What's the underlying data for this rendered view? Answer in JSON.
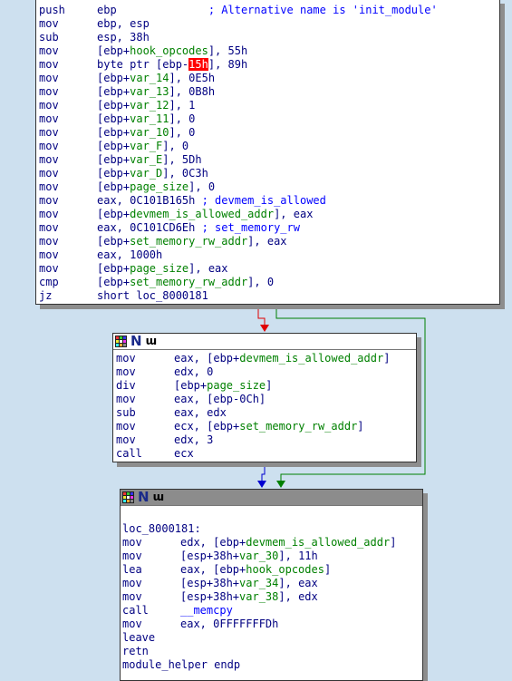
{
  "colors": {
    "background": "#cde0ef",
    "instruction": "#000081",
    "name": "#008000",
    "comment": "#0000ff",
    "highlight": "#ff0000",
    "edge_false": "#e00000",
    "edge_true": "#008000",
    "edge_uncond": "#0000d0"
  },
  "top_block": {
    "lines": [
      {
        "m": "push",
        "p": [
          {
            "t": "ebp              "
          },
          {
            "t": "; Alternative name is 'init_module'",
            "c": "cm"
          }
        ]
      },
      {
        "m": "mov",
        "p": [
          {
            "t": "ebp, esp"
          }
        ]
      },
      {
        "m": "sub",
        "p": [
          {
            "t": "esp, 38h"
          }
        ]
      },
      {
        "m": "mov",
        "p": [
          {
            "t": "[ebp+"
          },
          {
            "t": "hook_opcodes",
            "c": "nm"
          },
          {
            "t": "], 55h"
          }
        ]
      },
      {
        "m": "mov",
        "p": [
          {
            "t": "byte ptr [ebp-"
          },
          {
            "t": "15h",
            "c": "hl"
          },
          {
            "t": "], 89h"
          }
        ]
      },
      {
        "m": "mov",
        "p": [
          {
            "t": "[ebp+"
          },
          {
            "t": "var_14",
            "c": "nm"
          },
          {
            "t": "], 0E5h"
          }
        ]
      },
      {
        "m": "mov",
        "p": [
          {
            "t": "[ebp+"
          },
          {
            "t": "var_13",
            "c": "nm"
          },
          {
            "t": "], 0B8h"
          }
        ]
      },
      {
        "m": "mov",
        "p": [
          {
            "t": "[ebp+"
          },
          {
            "t": "var_12",
            "c": "nm"
          },
          {
            "t": "], 1"
          }
        ]
      },
      {
        "m": "mov",
        "p": [
          {
            "t": "[ebp+"
          },
          {
            "t": "var_11",
            "c": "nm"
          },
          {
            "t": "], 0"
          }
        ]
      },
      {
        "m": "mov",
        "p": [
          {
            "t": "[ebp+"
          },
          {
            "t": "var_10",
            "c": "nm"
          },
          {
            "t": "], 0"
          }
        ]
      },
      {
        "m": "mov",
        "p": [
          {
            "t": "[ebp+"
          },
          {
            "t": "var_F",
            "c": "nm"
          },
          {
            "t": "], 0"
          }
        ]
      },
      {
        "m": "mov",
        "p": [
          {
            "t": "[ebp+"
          },
          {
            "t": "var_E",
            "c": "nm"
          },
          {
            "t": "], 5Dh"
          }
        ]
      },
      {
        "m": "mov",
        "p": [
          {
            "t": "[ebp+"
          },
          {
            "t": "var_D",
            "c": "nm"
          },
          {
            "t": "], 0C3h"
          }
        ]
      },
      {
        "m": "mov",
        "p": [
          {
            "t": "[ebp+"
          },
          {
            "t": "page_size",
            "c": "nm"
          },
          {
            "t": "], 0"
          }
        ]
      },
      {
        "m": "mov",
        "p": [
          {
            "t": "eax, 0C101B165h "
          },
          {
            "t": "; devmem_is_allowed",
            "c": "cm"
          }
        ]
      },
      {
        "m": "mov",
        "p": [
          {
            "t": "[ebp+"
          },
          {
            "t": "devmem_is_allowed_addr",
            "c": "nm"
          },
          {
            "t": "], eax"
          }
        ]
      },
      {
        "m": "mov",
        "p": [
          {
            "t": "eax, 0C101CD6Eh "
          },
          {
            "t": "; set_memory_rw",
            "c": "cm"
          }
        ]
      },
      {
        "m": "mov",
        "p": [
          {
            "t": "[ebp+"
          },
          {
            "t": "set_memory_rw_addr",
            "c": "nm"
          },
          {
            "t": "], eax"
          }
        ]
      },
      {
        "m": "mov",
        "p": [
          {
            "t": "eax, 1000h"
          }
        ]
      },
      {
        "m": "mov",
        "p": [
          {
            "t": "[ebp+"
          },
          {
            "t": "page_size",
            "c": "nm"
          },
          {
            "t": "], eax"
          }
        ]
      },
      {
        "m": "cmp",
        "p": [
          {
            "t": "[ebp+"
          },
          {
            "t": "set_memory_rw_addr",
            "c": "nm"
          },
          {
            "t": "], 0"
          }
        ]
      },
      {
        "m": "jz",
        "p": [
          {
            "t": "short loc_8000181"
          }
        ]
      }
    ]
  },
  "mid_block": {
    "lines": [
      {
        "m": "mov",
        "p": [
          {
            "t": "eax, [ebp+"
          },
          {
            "t": "devmem_is_allowed_addr",
            "c": "nm"
          },
          {
            "t": "]"
          }
        ]
      },
      {
        "m": "mov",
        "p": [
          {
            "t": "edx, 0"
          }
        ]
      },
      {
        "m": "div",
        "p": [
          {
            "t": "[ebp+"
          },
          {
            "t": "page_size",
            "c": "nm"
          },
          {
            "t": "]"
          }
        ]
      },
      {
        "m": "mov",
        "p": [
          {
            "t": "eax, [ebp-0Ch]"
          }
        ]
      },
      {
        "m": "sub",
        "p": [
          {
            "t": "eax, edx"
          }
        ]
      },
      {
        "m": "mov",
        "p": [
          {
            "t": "ecx, [ebp+"
          },
          {
            "t": "set_memory_rw_addr",
            "c": "nm"
          },
          {
            "t": "]"
          }
        ]
      },
      {
        "m": "mov",
        "p": [
          {
            "t": "edx, 3"
          }
        ]
      },
      {
        "m": "call",
        "p": [
          {
            "t": "ecx"
          }
        ]
      }
    ]
  },
  "bot_block": {
    "lines": [
      {
        "m": "",
        "p": [
          {
            "t": "loc_8000181:"
          }
        ]
      },
      {
        "m": "mov",
        "p": [
          {
            "t": "edx, [ebp+"
          },
          {
            "t": "devmem_is_allowed_addr",
            "c": "nm"
          },
          {
            "t": "]"
          }
        ]
      },
      {
        "m": "mov",
        "p": [
          {
            "t": "[esp+38h+"
          },
          {
            "t": "var_30",
            "c": "nm"
          },
          {
            "t": "], 11h"
          }
        ]
      },
      {
        "m": "lea",
        "p": [
          {
            "t": "eax, [ebp+"
          },
          {
            "t": "hook_opcodes",
            "c": "nm"
          },
          {
            "t": "]"
          }
        ]
      },
      {
        "m": "mov",
        "p": [
          {
            "t": "[esp+38h+"
          },
          {
            "t": "var_34",
            "c": "nm"
          },
          {
            "t": "], eax"
          }
        ]
      },
      {
        "m": "mov",
        "p": [
          {
            "t": "[esp+38h+"
          },
          {
            "t": "var_38",
            "c": "nm"
          },
          {
            "t": "], edx"
          }
        ]
      },
      {
        "m": "call",
        "p": [
          {
            "t": "__memcpy",
            "c": "cm"
          }
        ]
      },
      {
        "m": "mov",
        "p": [
          {
            "t": "eax, 0FFFFFFFDh"
          }
        ]
      },
      {
        "m": "leave",
        "p": []
      },
      {
        "m": "retn",
        "p": []
      },
      {
        "m": "",
        "p": [
          {
            "t": "module_helper endp"
          }
        ]
      }
    ]
  },
  "header_icons": [
    "graph-icon",
    "node-n-icon",
    "node-u-icon"
  ]
}
